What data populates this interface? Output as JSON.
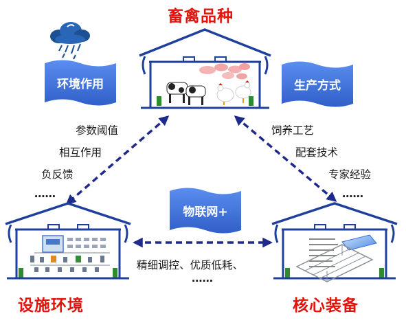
{
  "nodes": {
    "top": {
      "title": "畜禽品种"
    },
    "left": {
      "title": "设施环境"
    },
    "right": {
      "title": "核心装备"
    }
  },
  "flags": {
    "environment": "环境作用",
    "production": "生产方式",
    "iot": "物联网+"
  },
  "edges": {
    "left": {
      "labels": [
        "参数阈值",
        "相互作用",
        "负反馈"
      ],
      "more": "……"
    },
    "right": {
      "labels": [
        "饲养工艺",
        "配套技术",
        "专家经验"
      ],
      "more": "……"
    },
    "bottom": {
      "labels": [
        "精细调控、优质低耗、"
      ],
      "more": "……"
    }
  },
  "colors": {
    "title": "#e3120b",
    "flag": "#3a6ed8",
    "arrow": "#1f2a8c",
    "house_line": "#1e3f9c",
    "vent": "#2e8b2e"
  },
  "icons": [
    "cloud-rain-icon",
    "livestock-image",
    "control-cabinet-image",
    "equipment-drawing-image"
  ]
}
